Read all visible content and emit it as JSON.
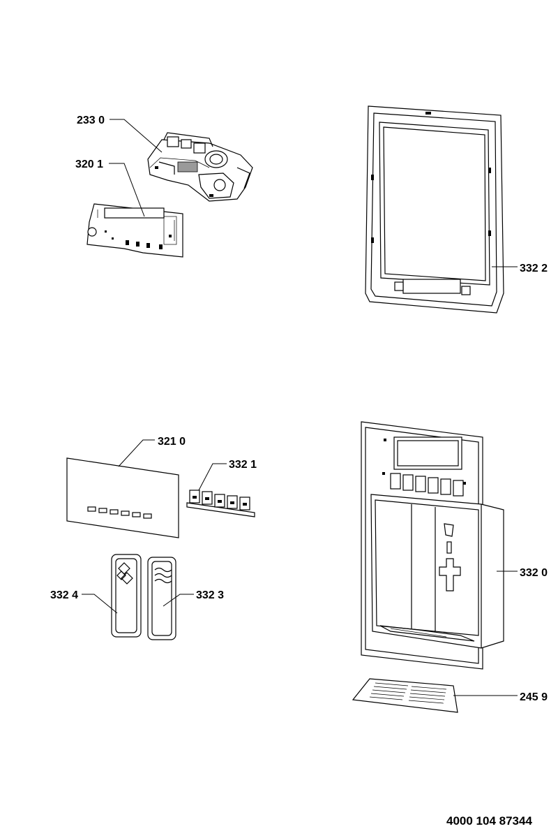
{
  "parts": {
    "p2330": "233 0",
    "p3201": "320 1",
    "p3322": "332 2",
    "p3210": "321 0",
    "p3321": "332 1",
    "p3324": "332 4",
    "p3323": "332 3",
    "p3320": "332 0",
    "p2459": "245 9"
  },
  "document_ref": "4000 104 87344"
}
